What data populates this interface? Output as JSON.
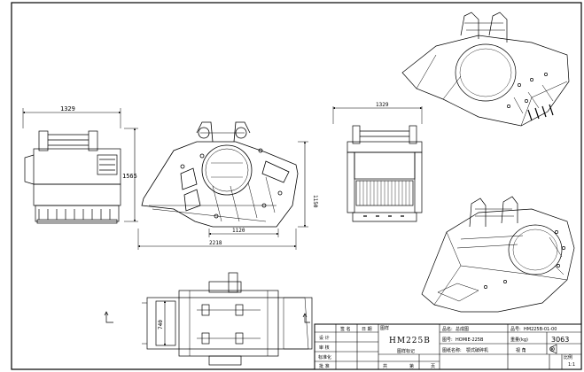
{
  "dimensions": {
    "front_width": "1329",
    "front_height": "1565",
    "side_length": "2218",
    "side_inner": "1120",
    "side_height": "1150",
    "rear_width": "1329",
    "top_depth": "740"
  },
  "title_block": {
    "designer_label": "设 计",
    "reviewer_label": "审 核",
    "standardization_label": "标准化",
    "approval_label": "批 准",
    "signature_label": "签 名",
    "date_label": "日 期",
    "doc_type_label": "图样",
    "model": "HM225B",
    "drawing_mark_label": "图样标记",
    "sheet_total": "共",
    "sheet_page": "第",
    "sheet_page_unit": "页",
    "product_name_label": "品名:",
    "product_name": "总成图",
    "drawing_no_label": "图号:",
    "drawing_no": "HOMIE-225B",
    "drawing_name_label": "图纸名称:",
    "drawing_name": "颚式破碎机",
    "part_no_label": "品号:",
    "part_no": "HM225B-01-00",
    "weight_label": "重量(kg)",
    "weight": "3063",
    "view_label": "视 角",
    "scale_label": "比例",
    "scale": "1:1"
  }
}
